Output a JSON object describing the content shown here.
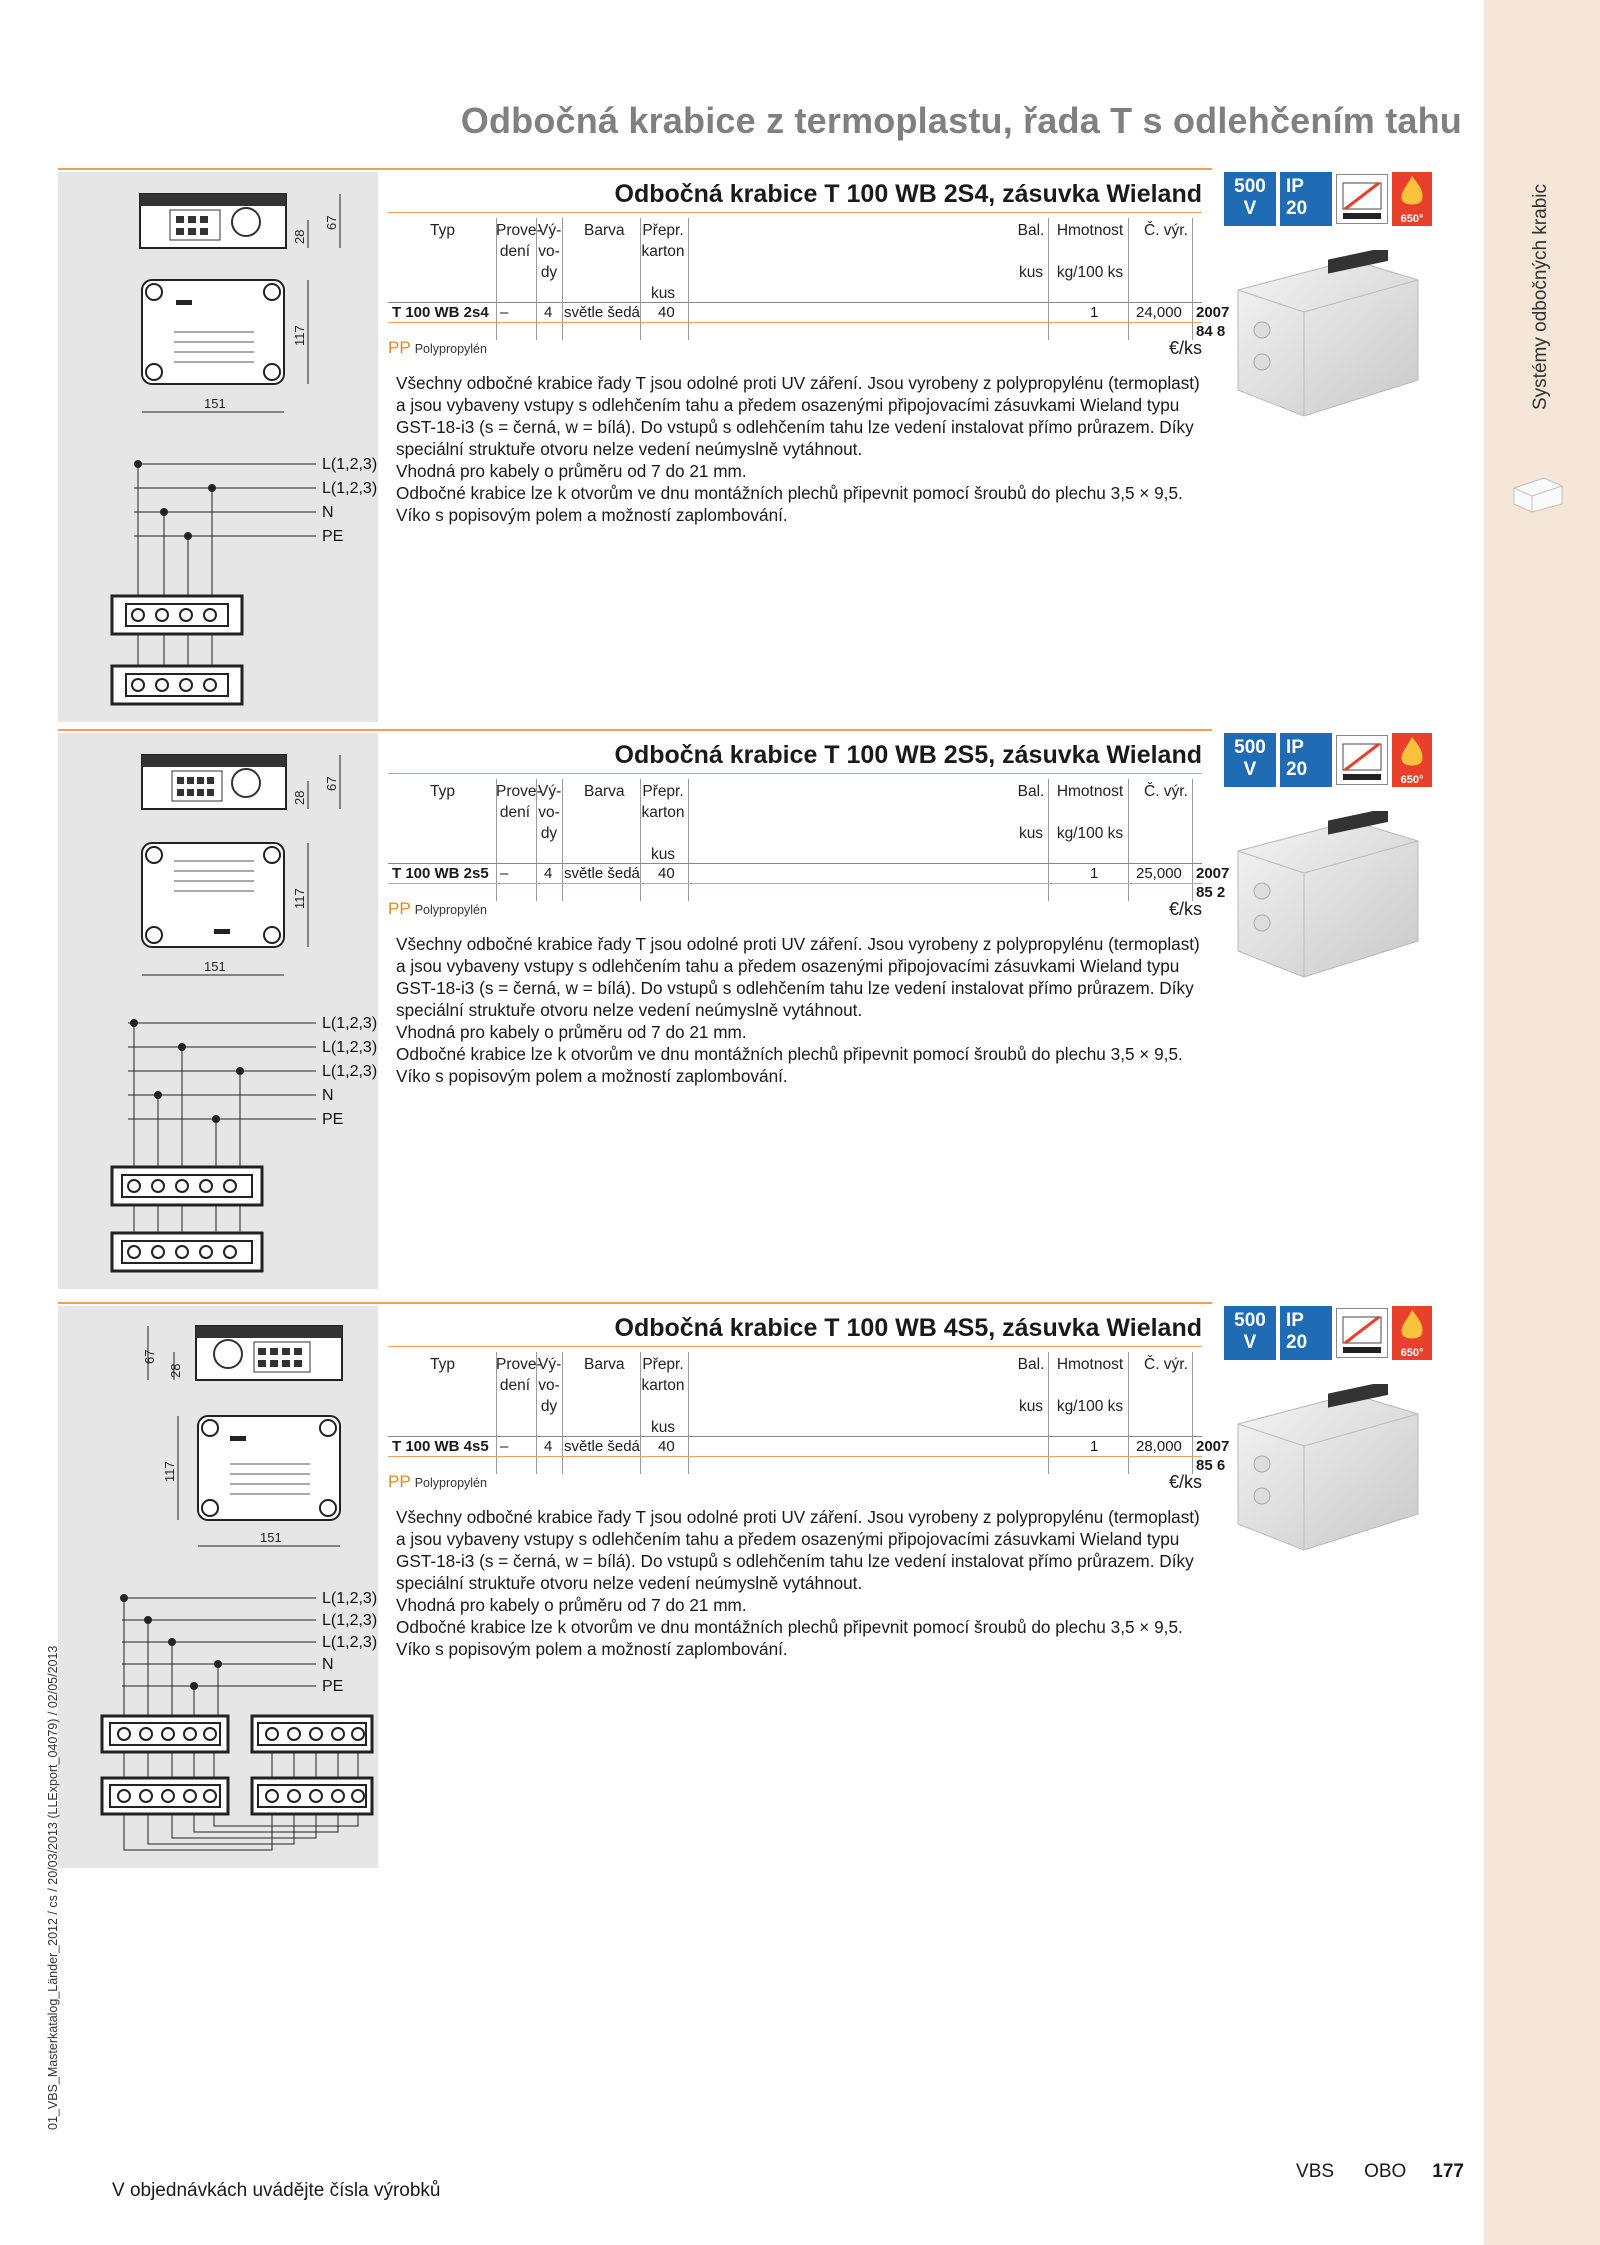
{
  "page_title": "Odbočná krabice z termoplastu, řada T s odlehčením tahu",
  "sidebar_label": "Systémy odbočných krabic",
  "footer_note": "V objednávkách uvádějte čísla výrobků",
  "footer_brand1": "VBS",
  "footer_brand2": "OBO",
  "page_number": "177",
  "vertical_info": "01_VBS_Masterkatalog_Länder_2012 / cs / 20/03/2013 (LLExport_04079) / 02/05/2013",
  "columns": {
    "typ": "Typ",
    "provedeni_1": "Prove-",
    "provedeni_2": "dení",
    "vyvody_1": "Vý-",
    "vyvody_2": "vo-",
    "vyvody_3": "dy",
    "barva": "Barva",
    "prepr_1": "Přepr.",
    "prepr_2": "karton",
    "prepr_3": "kus",
    "bal_1": "Bal.",
    "bal_2": "kus",
    "hmot_1": "Hmotnost",
    "hmot_2": "kg/100 ks",
    "cvyr": "Č. výr."
  },
  "badges": {
    "volt_1": "500",
    "volt_2": "V",
    "ip_1": "IP",
    "ip_2": "20",
    "fire": "650°"
  },
  "dims": {
    "h1": "28",
    "h2": "67",
    "w": "151",
    "d": "117"
  },
  "material_code": "PP",
  "material_name": "Polypropylén",
  "unit": "€/ks",
  "products": [
    {
      "title": "Odbočná krabice T 100 WB 2S4, zásuvka Wieland",
      "typ": "T 100 WB 2s4",
      "provedeni": "–",
      "vyvody": "4",
      "barva": "světle šedá",
      "karton": "40",
      "bal": "1",
      "hmotnost": "24,000",
      "cislo": "2007 84 8",
      "wires": [
        "L(1,2,3)",
        "L(1,2,3)",
        "N",
        "PE"
      ],
      "desc": [
        "Všechny odbočné krabice řady T jsou odolné proti UV záření. Jsou vyrobeny z polypropylénu (termoplast) a jsou vybaveny vstupy s odlehčením tahu a předem osazenými připojovacími zásuvkami Wieland typu GST-18-i3 (s = černá, w = bílá). Do vstupů s odlehčením tahu lze vedení instalovat přímo průrazem. Díky speciální struktuře otvoru nelze vedení neúmyslně vytáhnout.",
        "Vhodná pro kabely o průměru od 7 do 21 mm.",
        "Odbočné krabice lze k otvorům ve dnu montážních plechů připevnit pomocí šroubů do plechu 3,5 × 9,5.",
        "Víko s popisovým polem a možností zaplombování."
      ]
    },
    {
      "title": "Odbočná krabice T 100 WB 2S5, zásuvka Wieland",
      "typ": "T 100 WB 2s5",
      "provedeni": "–",
      "vyvody": "4",
      "barva": "světle šedá",
      "karton": "40",
      "bal": "1",
      "hmotnost": "25,000",
      "cislo": "2007 85 2",
      "wires": [
        "L(1,2,3)",
        "L(1,2,3)",
        "L(1,2,3)",
        "N",
        "PE"
      ],
      "desc": [
        "Všechny odbočné krabice řady T jsou odolné proti UV záření. Jsou vyrobeny z polypropylénu (termoplast) a jsou vybaveny vstupy s odlehčením tahu a předem osazenými připojovacími zásuvkami Wieland typu GST-18-i3 (s = černá, w = bílá). Do vstupů s odlehčením tahu lze vedení instalovat přímo průrazem. Díky speciální struktuře otvoru nelze vedení neúmyslně vytáhnout.",
        "Vhodná pro kabely o průměru od 7 do 21 mm.",
        "Odbočné krabice lze k otvorům ve dnu montážních plechů připevnit pomocí šroubů do plechu 3,5 × 9,5.",
        "Víko s popisovým polem a možností zaplombování."
      ]
    },
    {
      "title": "Odbočná krabice T 100 WB 4S5, zásuvka Wieland",
      "typ": "T 100 WB 4s5",
      "provedeni": "–",
      "vyvody": "4",
      "barva": "světle šedá",
      "karton": "40",
      "bal": "1",
      "hmotnost": "28,000",
      "cislo": "2007 85 6",
      "wires": [
        "L(1,2,3)",
        "L(1,2,3)",
        "L(1,2,3)",
        "N",
        "PE"
      ],
      "desc": [
        "Všechny odbočné krabice řady T jsou odolné proti UV záření. Jsou vyrobeny z polypropylénu (termoplast) a jsou vybaveny vstupy s odlehčením tahu a předem osazenými připojovacími zásuvkami Wieland typu GST-18-i3 (s = černá, w = bílá). Do vstupů s odlehčením tahu lze vedení instalovat přímo průrazem. Díky speciální struktuře otvoru nelze vedení neúmyslně vytáhnout.",
        "Vhodná pro kabely o průměru od 7 do 21 mm.",
        "Odbočné krabice lze k otvorům ve dnu montážních plechů připevnit pomocí šroubů do plechu 3,5 × 9,5.",
        "Víko s popisovým polem a možností zaplombování."
      ]
    }
  ]
}
